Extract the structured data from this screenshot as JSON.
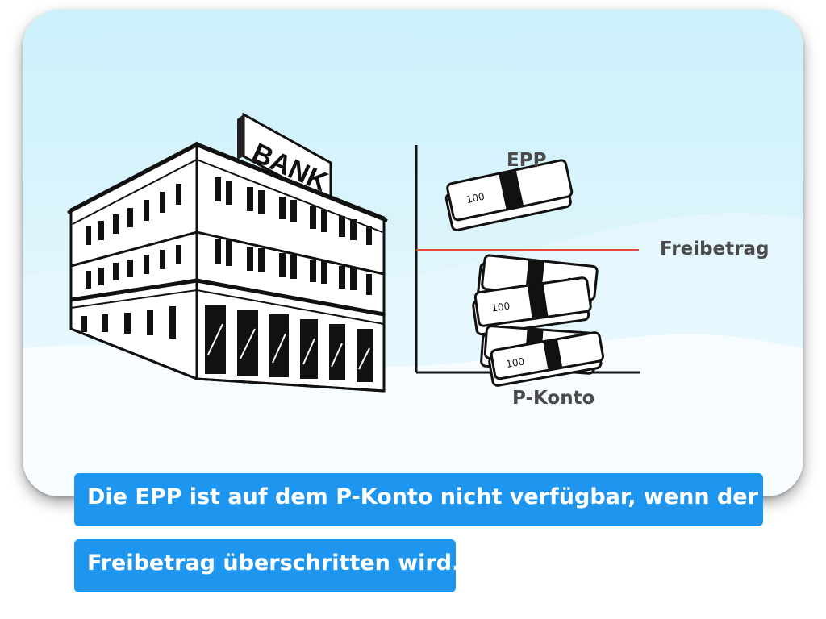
{
  "diagram": {
    "bank_sign": "BANK",
    "labels": {
      "epp": "EPP",
      "freibetrag": "Freibetrag",
      "pkonto": "P-Konto"
    },
    "banknote_denomination": "100",
    "colors": {
      "threshold_line": "#e04a2f",
      "axis": "#111111",
      "caption_bg": "#1e96f0",
      "label_text": "#4a4a4a"
    }
  },
  "caption": {
    "line1": "Die EPP ist auf dem P-Konto nicht verfügbar, wenn der",
    "line2": "Freibetrag überschritten wird."
  }
}
